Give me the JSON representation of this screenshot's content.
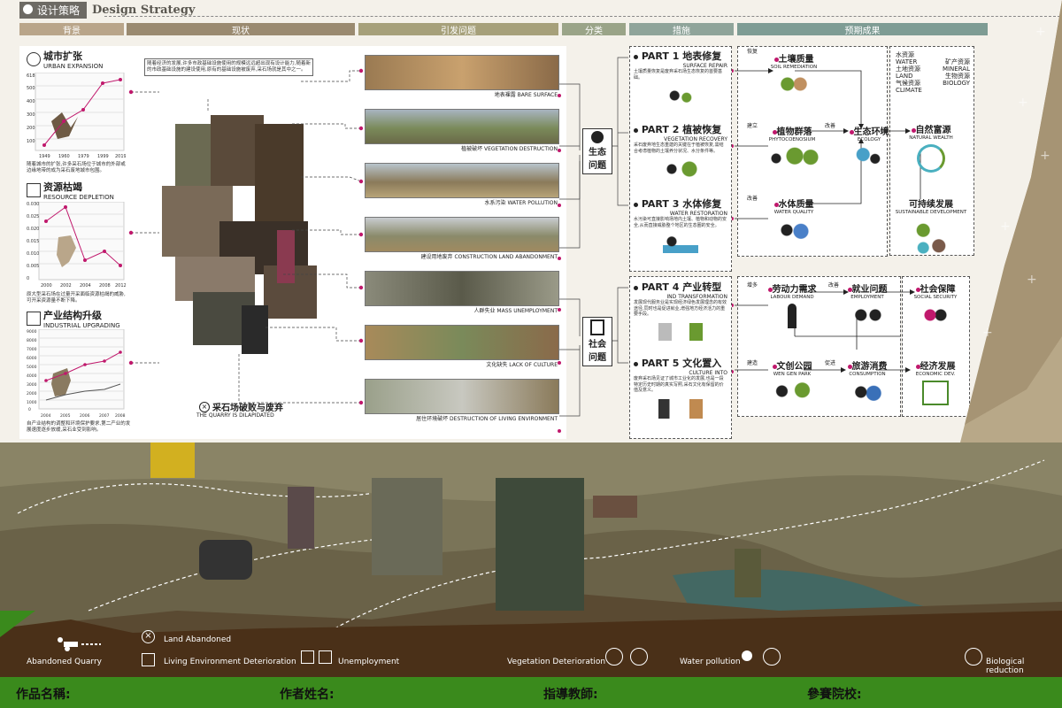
{
  "header": {
    "title_cn": "设计策略",
    "title_en": "Design Strategy"
  },
  "columns": [
    {
      "label": "背景"
    },
    {
      "label": "现状"
    },
    {
      "label": "引发问题"
    },
    {
      "label": "分类"
    },
    {
      "label": "措施"
    },
    {
      "label": "预期成果"
    }
  ],
  "background": {
    "urban": {
      "cn": "城市扩张",
      "en": "URBAN EXPANSION",
      "desc": "随着城市的扩张,许多采石场位于城市的外部或边缘地带的成为采石废地城市包围。",
      "yticks": [
        "618",
        "500",
        "400",
        "300",
        "200",
        "100"
      ],
      "xticks": [
        "1949",
        "1960",
        "1979",
        "1999",
        "2019"
      ]
    },
    "resource": {
      "cn": "资源枯竭",
      "en": "RESOURCE DEPLETION",
      "desc": "原大型采石场在过量开采面临资源枯竭的威胁,可开采资源量不断下降。",
      "yticks": [
        "0.030",
        "0.025",
        "0.020",
        "0.015",
        "0.010",
        "0.005",
        "0"
      ],
      "xticks": [
        "2000",
        "2002",
        "2004",
        "2008",
        "2012"
      ]
    },
    "industry": {
      "cn": "产业结构升级",
      "en": "INDUSTRIAL UPGRADING",
      "desc": "自产业结构的调整和环境保护要求,第二产业的发展速度逐步放缓,采石业受到影响。",
      "yticks": [
        "9000",
        "8000",
        "7000",
        "6000",
        "5000",
        "4000",
        "3000",
        "2000",
        "1000",
        "0"
      ],
      "xticks": [
        "2004",
        "2005",
        "2006",
        "2007",
        "2008"
      ]
    }
  },
  "status": {
    "note": "随着经济的发展,许多市政基础设施使用的规模远远超出现有设计能力,随着新的市政基础设施的建设使用,原有的基础设施被废弃,采石场就是其中之一。",
    "quarry_cn": "采石场破败与废弃",
    "quarry_en": "THE QUARRY IS DILAPIDATED"
  },
  "problems": [
    {
      "caption": "地表裸露 BARE SURFACE"
    },
    {
      "caption": "植被破坏 VEGETATION DESTRUCTION"
    },
    {
      "caption": "水系污染 WATER POLLUTION"
    },
    {
      "caption": "建设用地废弃 CONSTRUCTION LAND ABANDONMENT"
    },
    {
      "caption": "人群失业 MASS UNEMPLOYMENT"
    },
    {
      "caption": "文化缺失 LACK OF CULTURE"
    },
    {
      "caption": "居住环境破坏 DESTRUCTION OF LIVING ENVIRONMENT"
    }
  ],
  "categories": {
    "eco": {
      "line1": "生态",
      "line2": "问题"
    },
    "social": {
      "line1": "社会",
      "line2": "问题"
    }
  },
  "measures": [
    {
      "title": "PART 1 地表修复",
      "en": "SURFACE REPAIR",
      "desc": "土壤质量恢复是废弃采石场生态恢复的首要基础。"
    },
    {
      "title": "PART 2 植被恢复",
      "en": "VEGETATION RECOVERY",
      "desc": "采石废弃地生态重建的关键在于植被恢复,需结合考虑植物的土壤养分状况、水分条件等。"
    },
    {
      "title": "PART 3 水体修复",
      "en": "WATER RESTORATION",
      "desc": "水污染可直接影响场地内土壤、植物和动物的安全,从而直接威胁整个地区的生态圈的安全。"
    },
    {
      "title": "PART 4 产业转型",
      "en": "IND TRANSFORMATION",
      "desc": "发展现代服务业是实现经济绿色发展理念的有效途径,同时也是促进就业,增强地方经济活力的重要手段。"
    },
    {
      "title": "PART 5 文化置入",
      "en": "CULTURE INTO",
      "desc": "废弃采石场见证了城市工业化的发展,也是一段特定历史时期的真实写照,采石文化有保留的价值及意义。"
    }
  ],
  "results": {
    "soil": {
      "cn": "土壤质量",
      "en": "SOIL REMEDIATION"
    },
    "plant": {
      "cn": "植物群落",
      "en": "PHYTOCOENOSIUM"
    },
    "ecology": {
      "cn": "生态环境",
      "en": "ECOLOGY"
    },
    "water": {
      "cn": "水体质量",
      "en": "WATER QUALITY"
    },
    "wealth": {
      "cn": "自然富源",
      "en": "NATURAL WEALTH"
    },
    "sustain": {
      "cn": "可持续发展",
      "en": "SUSTAINABLE DEVELOPMENT"
    },
    "labour": {
      "cn": "劳动力需求",
      "en": "LABOUR DEMAND"
    },
    "employment": {
      "cn": "就业问题",
      "en": "EMPLOYMENT"
    },
    "security": {
      "cn": "社会保障",
      "en": "SOCIAL SECURITY"
    },
    "park": {
      "cn": "文创公园",
      "en": "WEN GEN PARK"
    },
    "consumption": {
      "cn": "旅游消费",
      "en": "CONSUMPTION"
    },
    "economic": {
      "cn": "经济发展",
      "en": "ECONOMIC DEV."
    },
    "wealth_list": [
      {
        "cn": "水资源",
        "en": "WATER"
      },
      {
        "cn": "矿产资源",
        "en": "MINERAL"
      },
      {
        "cn": "土地资源",
        "en": "LAND"
      },
      {
        "cn": "生物资源",
        "en": "BIOLOGY"
      },
      {
        "cn": "气候资源",
        "en": "CLIMATE"
      }
    ],
    "links": {
      "restore": "恢复",
      "build": "建立",
      "improve": "改善",
      "improve2": "改善",
      "increase": "增多",
      "improve3": "改善",
      "build2": "建造",
      "promote": "促进"
    }
  },
  "bottom": {
    "abandoned_quarry": "Abandoned Quarry",
    "land_abandoned": "Land Abandoned",
    "living_env": "Living Environment Deterioration",
    "unemployment": "Unemployment",
    "vegetation": "Vegetation Deterioration",
    "water": "Water pollution",
    "biological": "Biological reduction"
  },
  "footer": {
    "work": "作品名稱:",
    "author": "作者姓名:",
    "teacher": "指導教師:",
    "school": "參賽院校:"
  },
  "colors": {
    "magenta": "#c0186c",
    "olive": "#a6a07a",
    "brown": "#8c7a5b",
    "teal": "#7e9c94",
    "green": "#3a8a1c"
  }
}
